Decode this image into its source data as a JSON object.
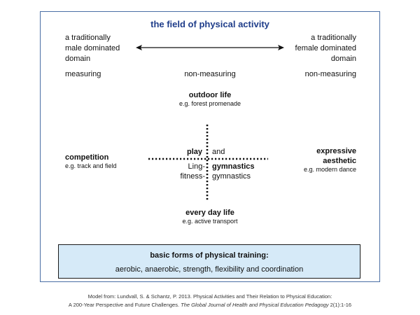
{
  "title": "the field of physical activity",
  "male_side": [
    "a traditionally",
    "male dominated",
    "domain"
  ],
  "female_side": [
    "a traditionally",
    "female dominated",
    "domain"
  ],
  "measuring_left": "measuring",
  "non_measuring_center": "non-measuring",
  "non_measuring_right": "non-measuring",
  "outdoor": {
    "title": "outdoor life",
    "example": "e.g. forest promenade"
  },
  "competition": {
    "title": "competition",
    "example": "e.g. track and field"
  },
  "expressive": {
    "title_line1": "expressive",
    "title_line2": "aesthetic",
    "example": "e.g. modern dance"
  },
  "everyday": {
    "title": "every day life",
    "example": "e.g. active transport"
  },
  "center": {
    "play": "play",
    "and": "and",
    "ling": "Ling-",
    "gymnastics_bold": "gymnastics",
    "fitness": "fitness-",
    "gymnastics": "gymnastics"
  },
  "training": {
    "title": "basic forms of physical training:",
    "items": "aerobic, anaerobic, strength, flexibility and coordination"
  },
  "caption": {
    "line1": "Model from: Lundvall, S. & Schantz, P. 2013. Physical Activities and Their Relation to Physical Education:",
    "line2_start": "A 200-Year Perspective and Future Challenges. ",
    "line2_journal": "The Global Journal of Health and Physical Education Pedagogy",
    "line2_end": " 2(1):1-16"
  },
  "colors": {
    "title": "#1f3d8a",
    "frame": "#4a6fa5",
    "training_bg": "#d6eaf8"
  }
}
